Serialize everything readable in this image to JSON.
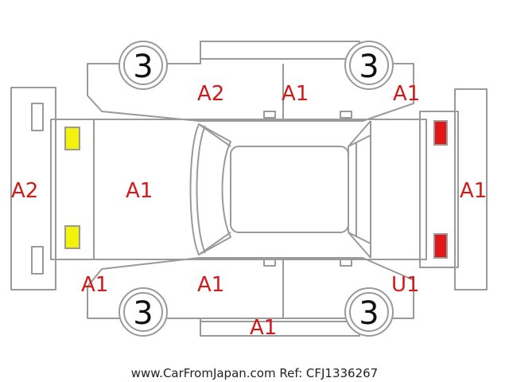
{
  "colors": {
    "damage_code": "#d11a1a",
    "yellow_marker": "#f2f20a",
    "red_marker": "#e01818",
    "outline": "#9a9a9a",
    "tire_number": "#111111"
  },
  "tires": {
    "front_left": "3",
    "front_right": "3",
    "rear_left": "3",
    "rear_right": "3"
  },
  "damage_codes": {
    "front_bumper": "A2",
    "hood": "A1",
    "fender_front_left": "A2",
    "door_left": "A1",
    "quarter_left": "A1",
    "rear_bumper": "A1",
    "fender_front_right": "A1",
    "door_right": "A1",
    "quarter_right": "U1",
    "rocker_right": "A1"
  },
  "markers": {
    "front_lights": "yellow",
    "rear_lights": "red"
  },
  "footer": "www.CarFromJapan.com Ref: CFJ1336267"
}
